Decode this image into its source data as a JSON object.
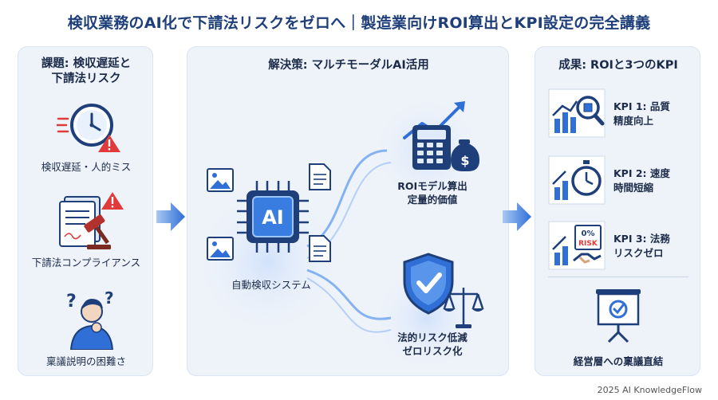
{
  "title": "検収業務のAI化で下請法リスクをゼロへ｜製造業向けROI算出とKPI設定の完全講義",
  "left": {
    "heading_line1": "課題: 検収遅延と",
    "heading_line2": "下請法リスク",
    "items": [
      {
        "label": "検収遅延・人的ミス",
        "icon": "clock-warning-icon"
      },
      {
        "label": "下請法コンプライアンス",
        "icon": "document-gavel-icon"
      },
      {
        "label": "稟議説明の困難さ",
        "icon": "confused-person-icon"
      }
    ]
  },
  "middle": {
    "heading": "解決策: マルチモーダルAI活用",
    "chip_text": "AI",
    "system_label": "自動検収システム",
    "roi": {
      "line1": "ROIモデル算出",
      "line2": "定量的価値"
    },
    "risk": {
      "line1": "法的リスク低減",
      "line2": "ゼロリスク化"
    }
  },
  "right": {
    "heading": "成果: ROIと3つのKPI",
    "kpis": [
      {
        "line1": "KPI 1: 品質",
        "line2": "精度向上",
        "icon": "chart-magnifier-icon"
      },
      {
        "line1": "KPI 2: 速度",
        "line2": "時間短縮",
        "icon": "chart-stopwatch-icon"
      },
      {
        "line1": "KPI 3: 法務",
        "line2": "リスクゼロ",
        "icon": "chart-risk-handshake-icon"
      }
    ],
    "risk_badge_top": "0%",
    "risk_badge_bottom": "RISK",
    "bottom_label": "経営層への稟議直結"
  },
  "footer": "2025 AI KnowledgeFlow",
  "colors": {
    "accent": "#2f6fd6",
    "navy": "#1f3f7a",
    "warning": "#e03a3a",
    "panel": "#eef3fa"
  }
}
